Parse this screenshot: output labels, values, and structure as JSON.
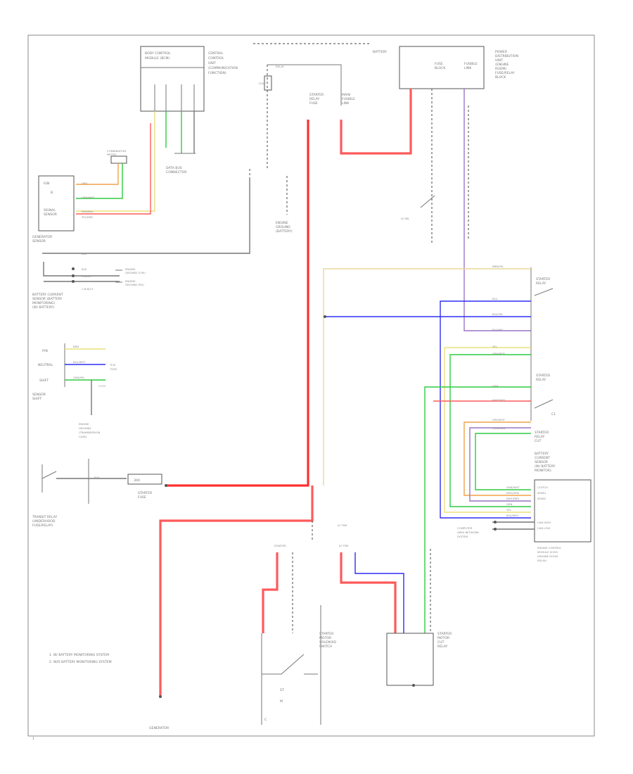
{
  "colors": {
    "red": "#ff5a5a",
    "red_strong": "#ff3030",
    "yellow": "#e8e07a",
    "blue": "#2e2ef5",
    "violet": "#9a74c6",
    "green": "#2ecc40",
    "orange": "#f0a24a",
    "tan": "#d9c79a",
    "gray": "#777777",
    "frame": "#8a8a8a"
  },
  "footer": {
    "page_code": "1"
  },
  "legend": {
    "note_1": "1. W/ BATTERY MONITORING SYSTEM",
    "note_2": "2. W/O BATTERY MONITORING SYSTEM"
  }
}
